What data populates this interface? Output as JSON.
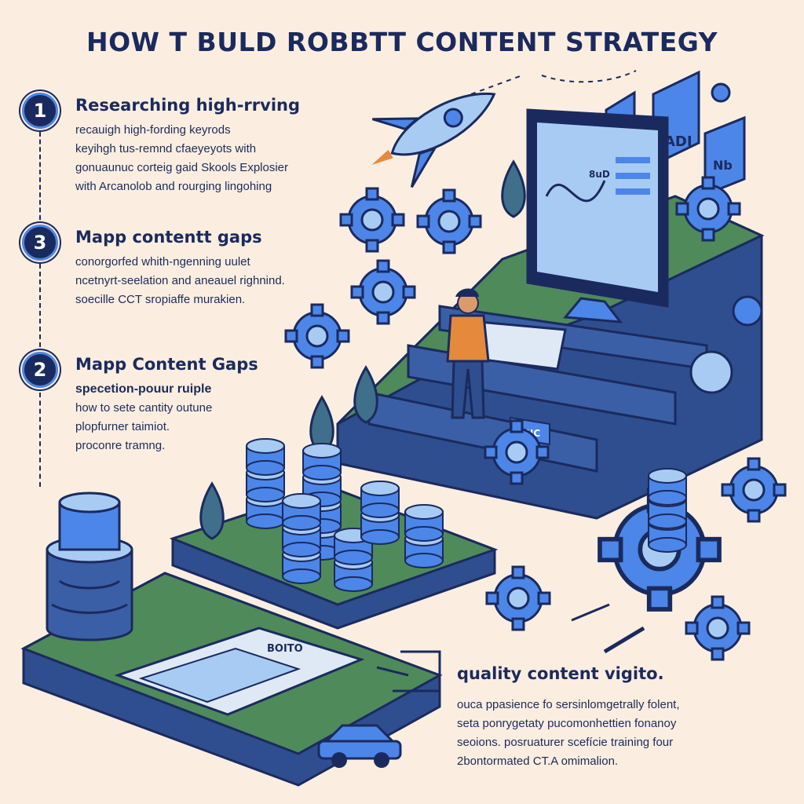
{
  "title": "HOW T BULD ROBBTT CONTENT STRATEGY",
  "steps": [
    {
      "number": "1",
      "title": "Researching high-rrving",
      "lines": [
        "recauigh high-fording keyrods",
        "keyihgh tus-remnd cfaeyeyots with",
        "gonuaunuc corteig gaid Skools Explosier",
        "with Arcanolob and rourging lingohing"
      ]
    },
    {
      "number": "3",
      "title": "Mapp contentt gaps",
      "lines": [
        "conorgorfed whith-ngenning uulet",
        "ncetnyrt-seelation and aneauel righnind.",
        "soecille CCT sropiaffe murakien."
      ]
    },
    {
      "number": "2",
      "title": "Mapp Content Gaps",
      "subtitle": "specetion-pouur ruiple",
      "lines": [
        "how to sete cantity outune",
        "plopfurner taimiot.",
        "proconre tramng."
      ]
    }
  ],
  "quality": {
    "title": "quality content vigito.",
    "lines": [
      "ouca ppasience fo sersinlomgetrally folent,",
      "seta ponrygetaty pucomonhettien fonanoy",
      "seoions. posruaturer scefície training four",
      "2bontormated CT.A omimalion."
    ]
  },
  "labels": {
    "screen_chart": "8uD",
    "panel_a": "ADI",
    "panel_b": "Nb",
    "sign": "ANC",
    "book": "BOITO"
  },
  "colors": {
    "navy": "#1b2a5e",
    "blue": "#4c86e8",
    "light_blue": "#a8cbf4",
    "green": "#4f8a5a",
    "orange": "#e58a3c",
    "background": "#fbeee0"
  }
}
